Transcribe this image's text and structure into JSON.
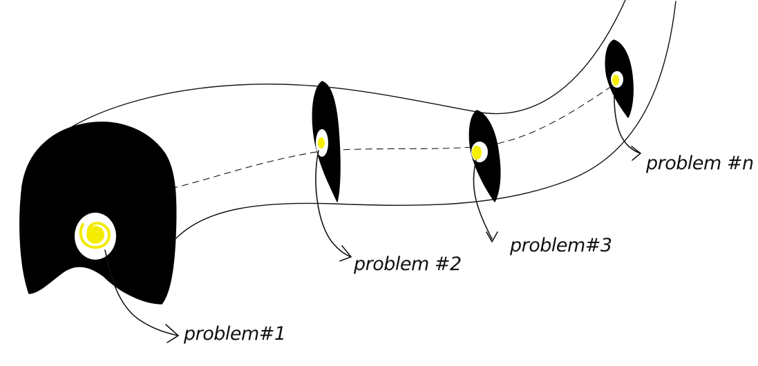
{
  "labels": {
    "problem_1": "problem#1",
    "problem_2": "problem #2",
    "problem_3": "problem#3",
    "problem_n": "problem #n"
  },
  "colors": {
    "ink": "#111111",
    "hole": "#000000",
    "core": "#f6ef00",
    "background": "#ffffff"
  }
}
